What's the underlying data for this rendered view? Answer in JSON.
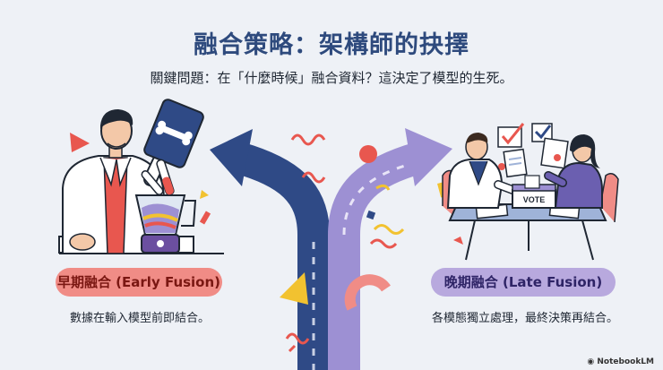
{
  "title": "融合策略：架構師的抉擇",
  "subtitle": "關鍵問題：在「什麼時候」融合資料？這決定了模型的生死。",
  "early": {
    "label": "早期融合 (Early Fusion)",
    "description": "數據在輸入模型前即結合。"
  },
  "late": {
    "label": "晚期融合 (Late Fusion)",
    "description": "各模態獨立處理，最終決策再結合。",
    "vote_label": "VOTE"
  },
  "brand": "NotebookLM",
  "colors": {
    "title": "#2e4a7d",
    "left_arrow": "#2f4a86",
    "right_arrow": "#9d90d3",
    "early_pill": "#f08c86",
    "late_pill": "#b8a9de",
    "accent_red": "#e8574f",
    "accent_yellow": "#f2c230"
  }
}
